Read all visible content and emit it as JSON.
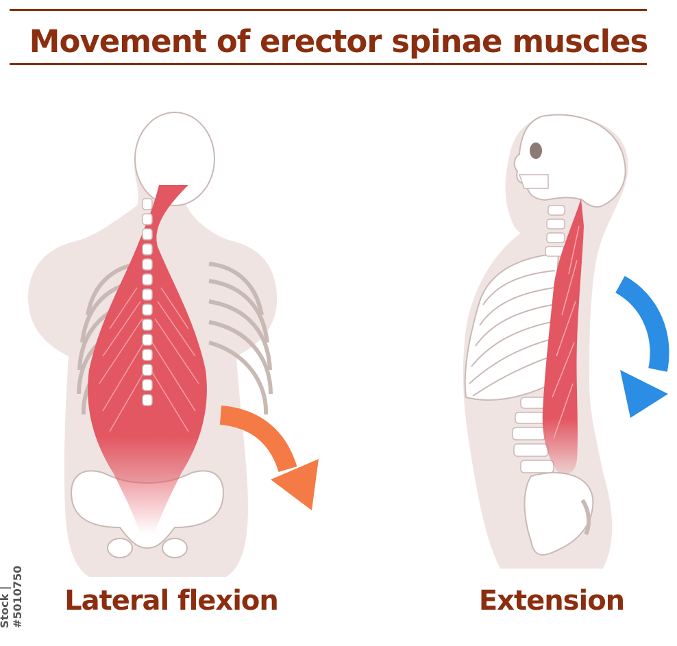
{
  "title": "Movement of erector spinae muscles",
  "panels": [
    {
      "label": "Lateral flexion",
      "arrow_color": "#f47b45"
    },
    {
      "label": "Extension",
      "arrow_color": "#2b8de3"
    }
  ],
  "side_watermark": "Stock | #5010750",
  "colors": {
    "heading": "#8b2e0f",
    "rule": "#8b2e0f",
    "silhouette": "#efe4e2",
    "muscle": "#e35762",
    "bone": "#ffffff",
    "bone_outline": "#c9b9b5"
  }
}
